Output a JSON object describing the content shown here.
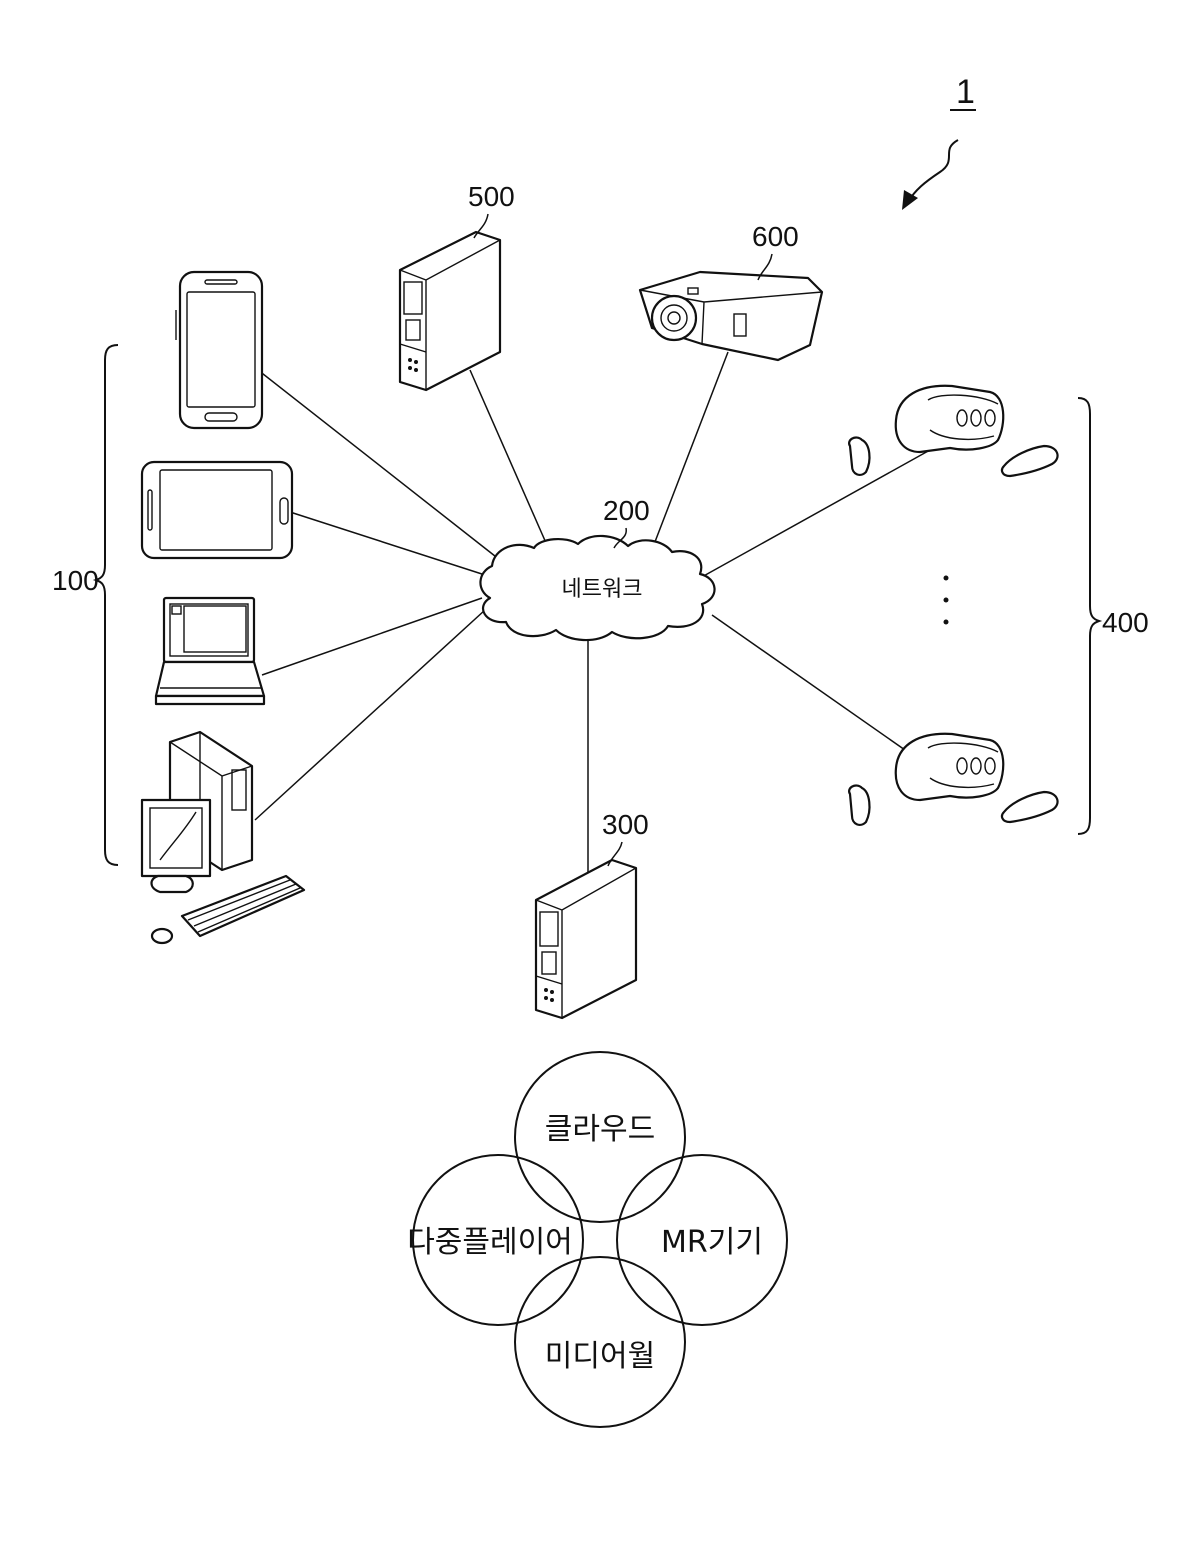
{
  "figure_ref": "1",
  "labels": {
    "user_terminals": "100",
    "network": "200",
    "server_300": "300",
    "mr_devices": "400",
    "server_500": "500",
    "projector": "600"
  },
  "network_text": "네트워크",
  "venn": {
    "top": "클라우드",
    "left": "다중플레이어",
    "right": "MR기기",
    "bottom": "미디어월"
  },
  "ellipsis": "⋮"
}
